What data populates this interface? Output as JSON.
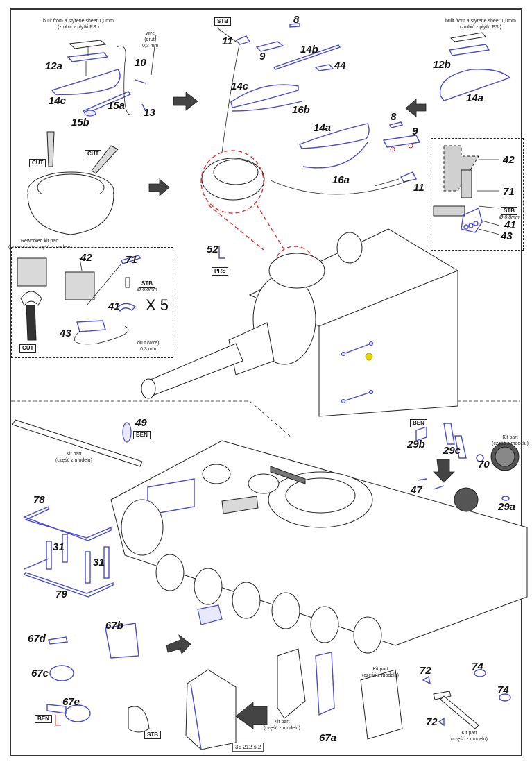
{
  "sheet": {
    "page_number": "35 212  s.2"
  },
  "notes": {
    "styrene_sheet_en": "built from a styrene sheet 1,0mm",
    "styrene_sheet_pl": "(zrobić z płytki PS )",
    "wire_en": "wire",
    "wire_pl": "(drut)",
    "wire_size": "0,3 mm",
    "reworked_en": "Reworked kit part",
    "reworked_pl": "(przerobiona część z modelu)",
    "drut_wire": "drut (wire)",
    "drut_size": "0,3 mm",
    "kit_part_en": "Kit part",
    "kit_part_pl": "(część z modelu)",
    "stb_diameter": "Ø 0,8mm",
    "multiplier": "X 5"
  },
  "tags": {
    "stb": "STB",
    "cut": "CUT",
    "prs": "PRS",
    "ben": "BEN"
  },
  "parts": {
    "p12a": "12a",
    "p12b": "12b",
    "p14a": "14a",
    "p14b": "14b",
    "p14c": "14c",
    "p15a": "15a",
    "p15b": "15b",
    "p16a": "16a",
    "p16b": "16b",
    "p8": "8",
    "p9": "9",
    "p10": "10",
    "p11": "11",
    "p13": "13",
    "p44": "44",
    "p41": "41",
    "p42": "42",
    "p43": "43",
    "p71": "71",
    "p52": "52",
    "p49": "49",
    "p29a": "29a",
    "p29b": "29b",
    "p29c": "29c",
    "p70": "70",
    "p47": "47",
    "p78": "78",
    "p79": "79",
    "p31": "31",
    "p67a": "67a",
    "p67b": "67b",
    "p67c": "67c",
    "p67d": "67d",
    "p67e": "67e",
    "p72": "72",
    "p74": "74"
  },
  "colors": {
    "etched_part": "#4a4ad0",
    "highlight_circle": "#e03030",
    "marker_dot": "#e8d800"
  }
}
